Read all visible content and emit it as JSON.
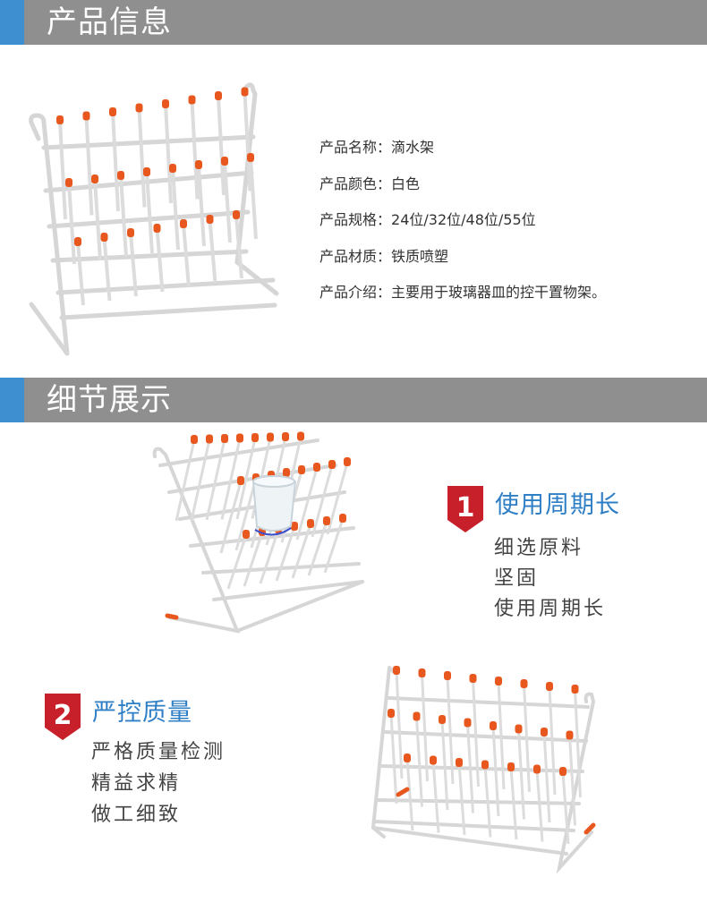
{
  "sections": {
    "info_title": "产品信息",
    "detail_title": "细节展示"
  },
  "product_info": [
    {
      "label": "产品名称：",
      "value": "滴水架"
    },
    {
      "label": "产品颜色：",
      "value": "白色"
    },
    {
      "label": "产品规格：",
      "value": "24位/32位/48位/55位"
    },
    {
      "label": "产品材质：",
      "value": "铁质喷塑"
    },
    {
      "label": "产品介绍：",
      "value": "主要用于玻璃器皿的控干置物架。"
    }
  ],
  "features": [
    {
      "number": "1",
      "title": "使用周期长",
      "lines": [
        "细选原料",
        "坚固",
        "使用周期长"
      ]
    },
    {
      "number": "2",
      "title": "严控质量",
      "lines": [
        "严格质量检测",
        "精益求精",
        "做工细致"
      ]
    }
  ],
  "colors": {
    "bar": "#8f8f8f",
    "accent": "#3d8fd0",
    "feature_title": "#2f7fc6",
    "badge": "#c8202b",
    "peg_tip": "#e8571e"
  }
}
